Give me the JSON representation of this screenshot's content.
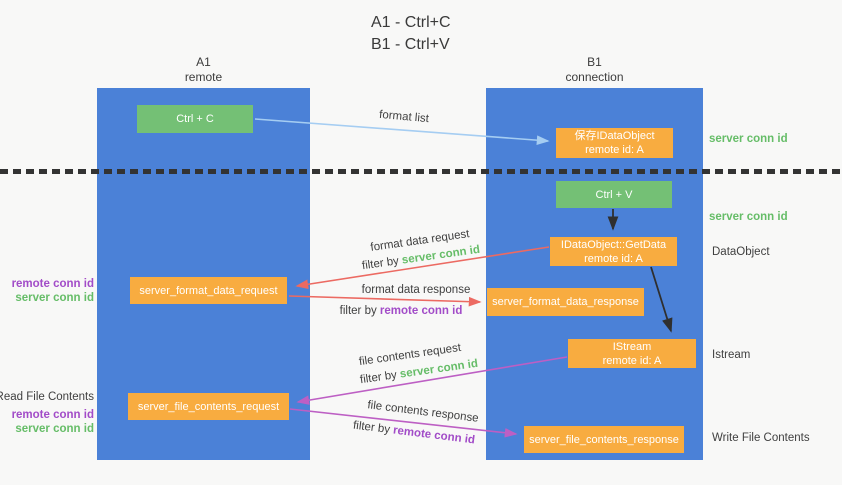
{
  "title": {
    "line1": "A1 - Ctrl+C",
    "line2": "B1 - Ctrl+V"
  },
  "columns": {
    "a1": {
      "name": "A1",
      "subtitle": "remote"
    },
    "b1": {
      "name": "B1",
      "subtitle": "connection"
    }
  },
  "nodes": {
    "ctrl_c": {
      "label": "Ctrl + C"
    },
    "ctrl_v": {
      "label": "Ctrl + V"
    },
    "save_dataobject": {
      "line1": "保存IDataObject",
      "line2": "remote id: A"
    },
    "getdata": {
      "line1": "IDataObject::GetData",
      "line2": "remote id: A"
    },
    "istream": {
      "line1": "IStream",
      "line2": "remote id: A"
    },
    "format_request": {
      "label": "server_format_data_request"
    },
    "format_response": {
      "label": "server_format_data_response"
    },
    "file_request": {
      "label": "server_file_contents_request"
    },
    "file_response": {
      "label": "server_file_contents_response"
    }
  },
  "flow_labels": {
    "format_list": "format list",
    "format_data_request": "format data request",
    "format_data_response": "format data response",
    "file_contents_request": "file contents request",
    "file_contents_response": "file contents response",
    "filter_by": "filter by ",
    "server_conn_id": "server conn id",
    "remote_conn_id": "remote conn id"
  },
  "side_labels": {
    "server_conn_id_top": "server conn id",
    "server_conn_id_mid": "server conn id",
    "dataobject": "DataObject",
    "istream": "Istream",
    "write_file_contents": "Write File Contents",
    "read_file_contents": "Read File Contents",
    "remote_conn_id": "remote conn id",
    "server_conn_id": "server conn id"
  },
  "colors": {
    "lane_blue": "#4b81d7",
    "box_green": "#74c075",
    "box_orange": "#f8ac40",
    "arrow_light_blue": "#a5cdf2",
    "arrow_red": "#ec6a62",
    "arrow_magenta": "#bd5fc4",
    "arrow_black": "#2f2f2f",
    "text_green": "#66bd68",
    "text_purple": "#a24cc8",
    "text_dark": "#3f3f3f",
    "background": "#f8f8f7"
  }
}
